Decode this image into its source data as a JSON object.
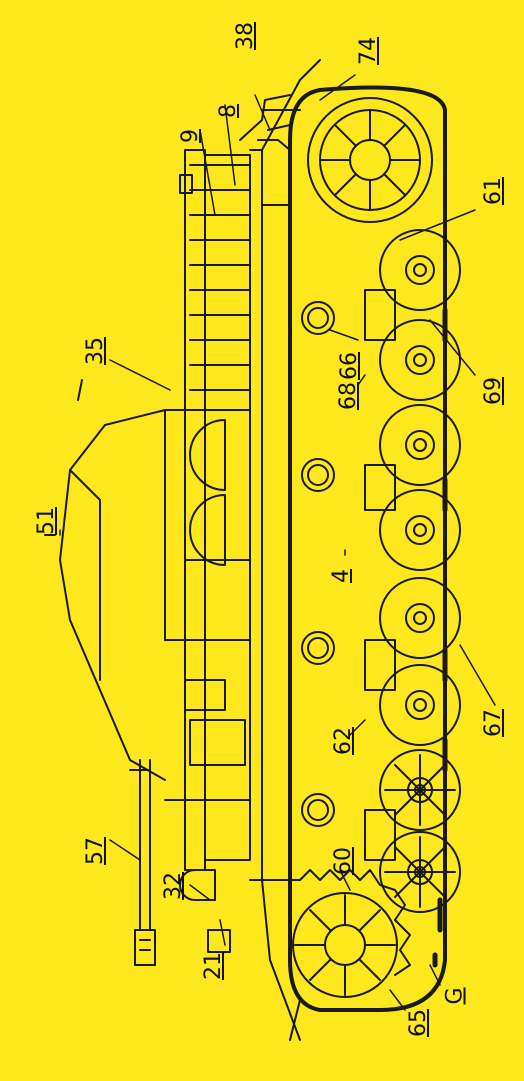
{
  "colors": {
    "paper": "#fce81c",
    "ink": "#1a1a1a"
  },
  "labels": {
    "l74": "74",
    "l38": "38",
    "l8": "8",
    "l9": "9",
    "l35": "35",
    "l51": "51",
    "l57": "57",
    "l32": "32",
    "l21": "21",
    "l65": "65",
    "lG": "G",
    "l60": "60",
    "l62": "62",
    "l67": "67",
    "l4": "4",
    "l68": "68",
    "l66": "66",
    "l69": "69",
    "l61": "61"
  }
}
